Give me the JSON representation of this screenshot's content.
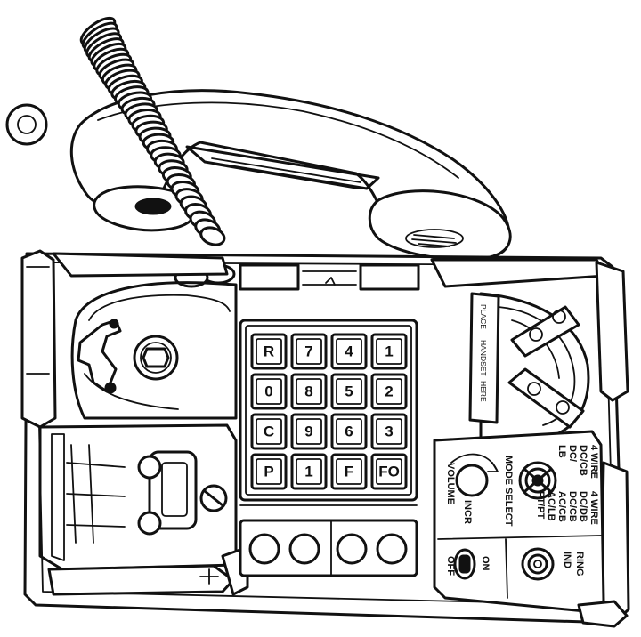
{
  "keypad": {
    "rows": [
      [
        "R",
        "7",
        "4",
        "1"
      ],
      [
        "0",
        "8",
        "5",
        "2"
      ],
      [
        "C",
        "9",
        "6",
        "3"
      ],
      [
        "P",
        "1",
        "F",
        "FO"
      ]
    ]
  },
  "instruction_label": {
    "line1": "PLACE",
    "line2": "HANDSET",
    "line3": "HERE"
  },
  "control_panel": {
    "volume": "VOLUME",
    "incr": "INCR",
    "mode_select": "MODE SELECT",
    "modes_left": [
      "4 WIRE",
      "DC/CB",
      "DC/",
      "LB"
    ],
    "modes_right": [
      "4 WIRE",
      "DC/DB",
      "DC/CB",
      "AC/CB",
      "AC/LB",
      "PT/PT"
    ],
    "ring_ind_line1": "RING",
    "ring_ind_line2": "IND",
    "power_on": "ON",
    "power_off": "OFF"
  },
  "colors": {
    "ink": "#111111",
    "paper": "#ffffff"
  }
}
